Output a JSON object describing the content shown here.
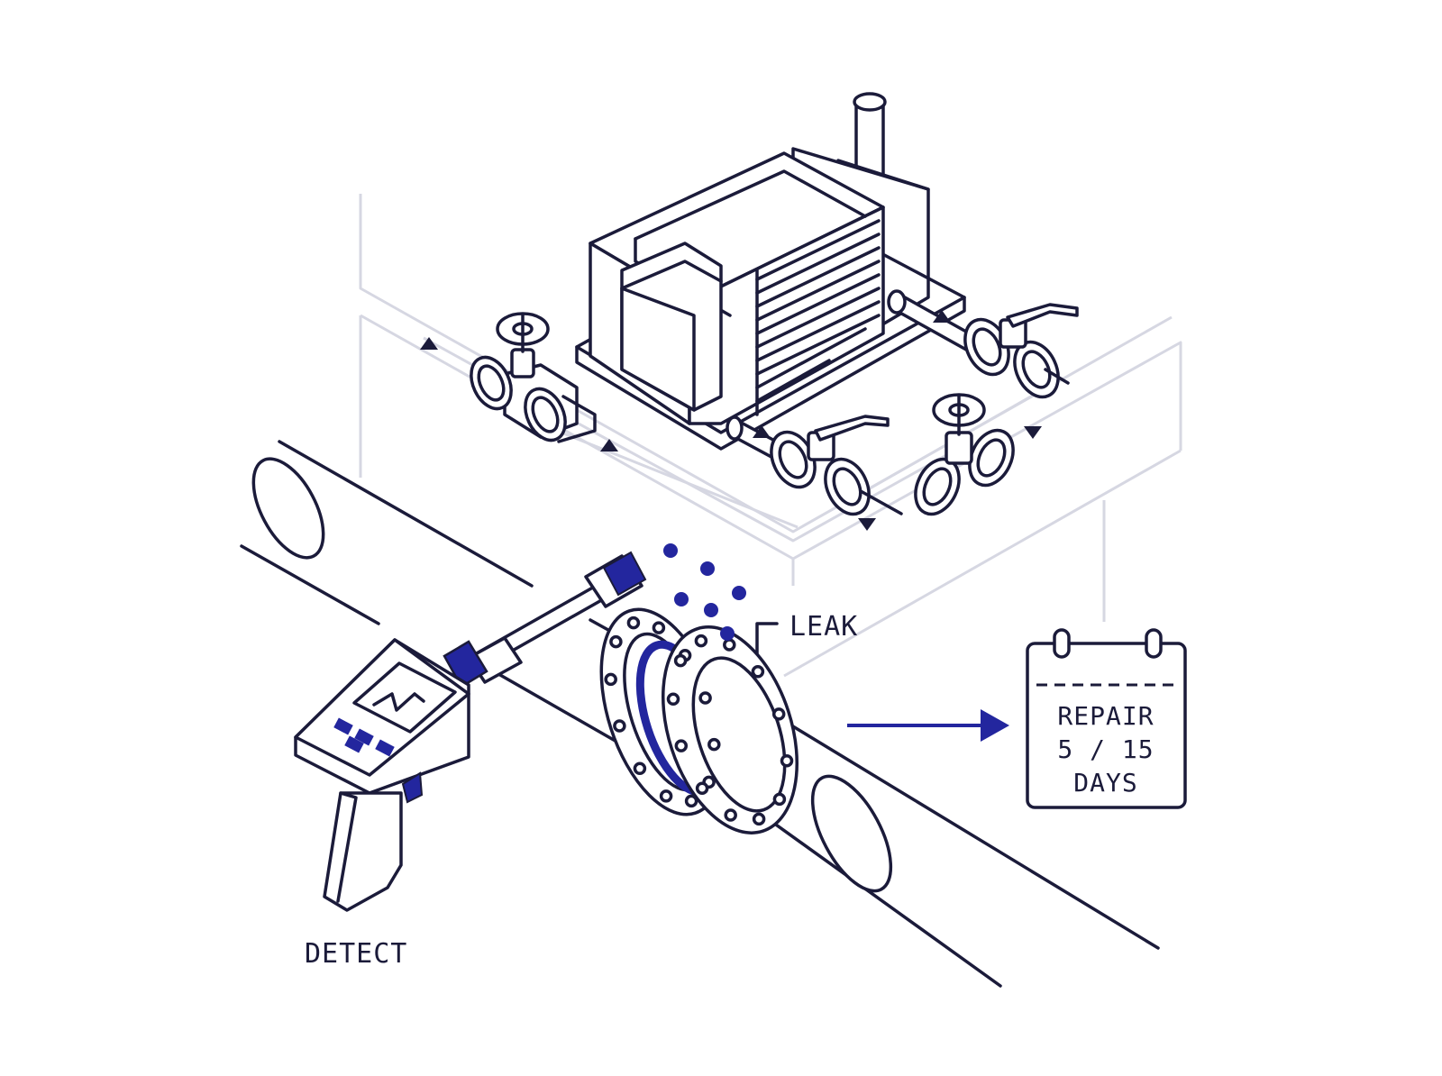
{
  "colors": {
    "ink": "#1b1b3a",
    "accent": "#23269e",
    "ghost": "#d6d7e2",
    "background": "#ffffff"
  },
  "labels": {
    "leak": "LEAK",
    "detect": "DETECT",
    "calendar": {
      "line1": "REPAIR",
      "line2": "5 / 15",
      "line3": "DAYS"
    }
  },
  "icons": {
    "flow_arrows": "triangle-arrow",
    "detector": "gas-detector-gun",
    "calendar": "calendar-icon",
    "valve": "valve-wheel",
    "equipment": "pump-motor-unit"
  }
}
